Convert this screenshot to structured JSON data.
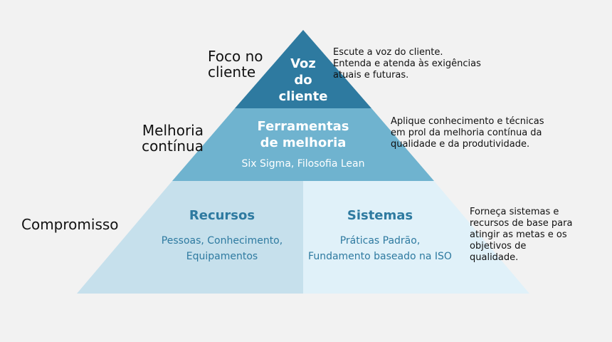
{
  "left_labels": {
    "top": "Foco no\ncliente",
    "middle": "Melhoria\ncontínua",
    "bottom": "Compromisso"
  },
  "tiers": {
    "top": {
      "title": "Voz\ndo\ncliente",
      "color": "#2e7aa0",
      "text_color": "#ffffff"
    },
    "middle": {
      "title": "Ferramentas\nde melhoria",
      "subtitle": "Six Sigma, Filosofia Lean",
      "color": "#6fb3cf",
      "text_color": "#ffffff"
    },
    "bottom_left": {
      "title": "Recursos",
      "subtitle": "Pessoas, Conhecimento,\nEquipamentos",
      "color": "#c6e0ec",
      "text_color": "#2e7aa0"
    },
    "bottom_right": {
      "title": "Sistemas",
      "subtitle": "Práticas Padrão,\nFundamento baseado na ISO",
      "color": "#e0f1f9",
      "text_color": "#2e7aa0"
    }
  },
  "descriptions": {
    "top": "Escute a voz do cliente.\n   Entenda e atenda às exigências\n       atuais e futuras.",
    "middle": "Aplique conhecimento e técnicas\n  em prol da melhoria contínua da\n     qualidade e da produtividade.",
    "bottom": "Forneça sistemas e\n recursos de base para\n  atingir as metas e os\n    objetivos de\n       qualidade."
  }
}
